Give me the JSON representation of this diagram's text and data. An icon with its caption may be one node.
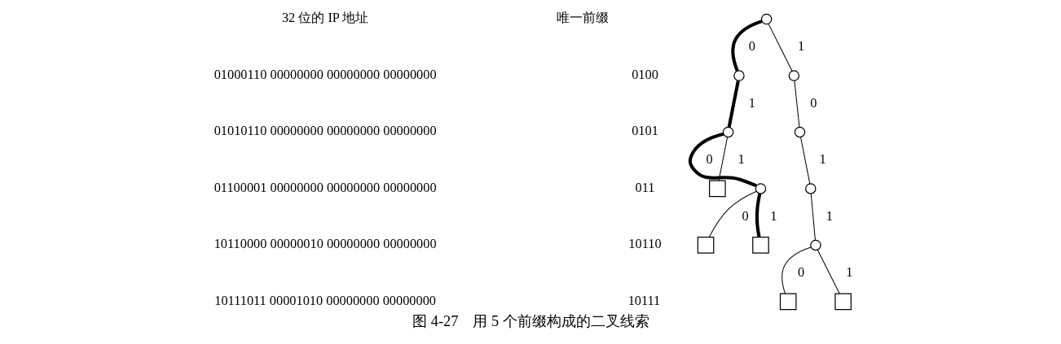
{
  "diagram": {
    "caption": "图 4-27　用 5 个前缀构成的二叉线索",
    "nodes": [
      {
        "text": [],
        "shape": "circle"
      },
      {
        "text": [],
        "shape": "circle"
      },
      {
        "text": [],
        "shape": "circle"
      },
      {
        "text": [],
        "shape": "circle"
      },
      {
        "text": [],
        "shape": "circle"
      },
      {
        "text": [],
        "shape": "box"
      },
      {
        "text": [],
        "shape": "circle"
      },
      {
        "text": [],
        "shape": "box"
      },
      {
        "text": [],
        "shape": "box"
      },
      {
        "text": [],
        "shape": "circle"
      },
      {
        "text": [],
        "shape": "circle"
      },
      {
        "text": [],
        "shape": "box"
      },
      {
        "text": [],
        "shape": "box"
      }
    ],
    "edges": [
      {
        "from": 0,
        "to": 1,
        "arrow": "none",
        "label": "0",
        "style": "thick"
      },
      {
        "from": 0,
        "to": 2,
        "arrow": "none",
        "label": "1"
      },
      {
        "from": 1,
        "to": 3,
        "arrow": "none",
        "label": "1",
        "style": "thick"
      },
      {
        "from": 2,
        "to": 4,
        "arrow": "none",
        "label": "0"
      },
      {
        "from": 3,
        "to": 6,
        "arrow": "none",
        "label": "0",
        "style": "thick"
      },
      {
        "from": 3,
        "to": 5,
        "arrow": "none",
        "label": "1"
      },
      {
        "from": 4,
        "to": 9,
        "arrow": "none",
        "label": "1"
      },
      {
        "from": 6,
        "to": 7,
        "arrow": "none",
        "label": "0"
      },
      {
        "from": 6,
        "to": 8,
        "arrow": "none",
        "label": "1",
        "style": "thick"
      },
      {
        "from": 9,
        "to": 10,
        "arrow": "none",
        "label": "1"
      },
      {
        "from": 10,
        "to": 11,
        "arrow": "none",
        "label": "0"
      },
      {
        "from": 10,
        "to": 12,
        "arrow": "none",
        "label": "1"
      }
    ],
    "labels": [
      "32 位的 IP 地址",
      "唯一前缀",
      "01000110 00000000 00000000 00000000",
      "0100",
      "01010110 00000000 00000000 00000000",
      "0101",
      "01100001 00000000 00000000 00000000",
      "011",
      "10110000 00000010 00000000 00000000",
      "10110",
      "10111011 00001010 00000000 00000000",
      "10111"
    ]
  }
}
